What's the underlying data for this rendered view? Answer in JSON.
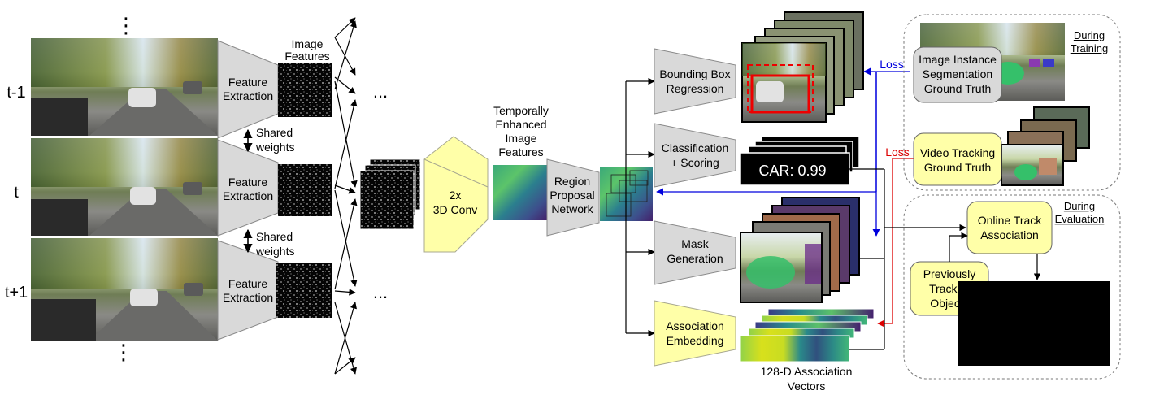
{
  "frames": {
    "labels": [
      "t-1",
      "t",
      "t+1"
    ],
    "dots_top": "⋮",
    "dots_bottom": "⋮"
  },
  "backbone": {
    "feature_extraction": [
      "Feature",
      "Extraction"
    ],
    "image_features": [
      "Image",
      "Features"
    ],
    "shared_weights": [
      "Shared",
      "weights"
    ],
    "ellipsis": "..."
  },
  "temporal": {
    "conv": [
      "2x",
      "3D Conv"
    ],
    "enhanced": [
      "Temporally",
      "Enhanced",
      "Image",
      "Features"
    ]
  },
  "rpn": [
    "Region",
    "Proposal",
    "Network"
  ],
  "heads": {
    "bbox": [
      "Bounding Box",
      "Regression"
    ],
    "cls": [
      "Classification",
      "+ Scoring"
    ],
    "mask": [
      "Mask",
      "Generation"
    ],
    "assoc": [
      "Association",
      "Embedding"
    ],
    "car_score": "CAR: 0.99",
    "vectors": [
      "128-D Association",
      "Vectors"
    ]
  },
  "training": {
    "title": "During",
    "title2": "Training",
    "seg_gt": [
      "Image Instance",
      "Segmentation",
      "Ground Truth"
    ],
    "track_gt": [
      "Video Tracking",
      "Ground Truth"
    ],
    "loss_blue": "Loss",
    "loss_red": "Loss"
  },
  "evaluation": {
    "title": "During",
    "title2": "Evaluation",
    "online": [
      "Online Track",
      "Association"
    ],
    "previous": [
      "Previously",
      "Tracked",
      "Objects"
    ]
  },
  "colors": {
    "yellow_box": "#ffffa8",
    "gray_block": "#d9d9d9",
    "loss_blue": "#0000dd",
    "loss_red": "#dd0000",
    "detection_red": "#ee0000",
    "mask_green": "#35c06a"
  }
}
